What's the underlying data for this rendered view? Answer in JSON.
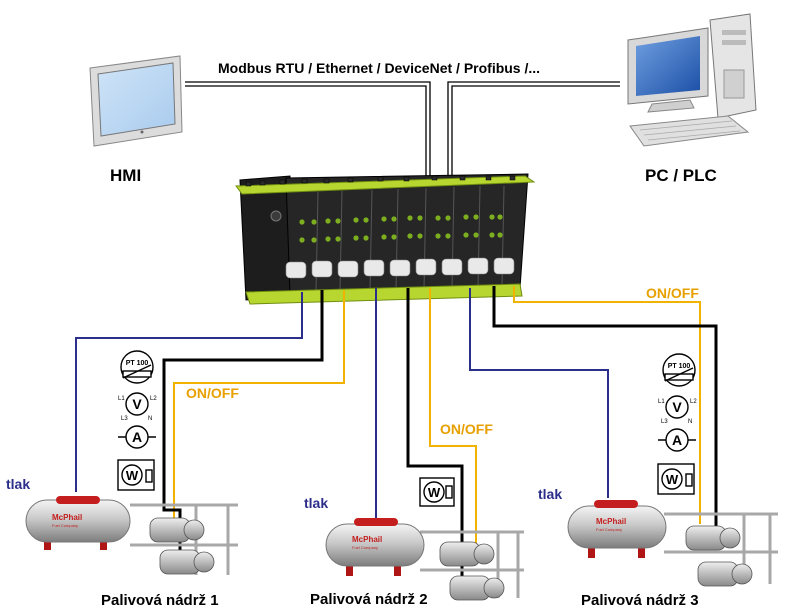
{
  "network": {
    "protocols": "Modbus RTU / Ethernet / DeviceNet / Profibus /..."
  },
  "devices": {
    "hmi": "HMI",
    "pc_plc": "PC / PLC"
  },
  "signals": {
    "on_off": "ON/OFF",
    "tlak": "tlak"
  },
  "sensors": {
    "pt100": "PT 100",
    "voltmeter": "V",
    "ammeter": "A",
    "wattmeter": "W",
    "phase_l1": "L1",
    "phase_l2": "L2",
    "phase_l3": "L3",
    "neutral": "N"
  },
  "tank_brand": {
    "name": "McPhail",
    "sub": "Fuel Company"
  },
  "tanks": [
    {
      "label": "Palivová nádrž 1"
    },
    {
      "label": "Palivová nádrž 2"
    },
    {
      "label": "Palivová nádrž 3"
    }
  ],
  "colors": {
    "pressure_wire": "#2b2e8a",
    "onoff_wire": "#f2b300",
    "power_wire": "#000000",
    "module_green": "#b8d630",
    "tank_red": "#c41e1e"
  }
}
